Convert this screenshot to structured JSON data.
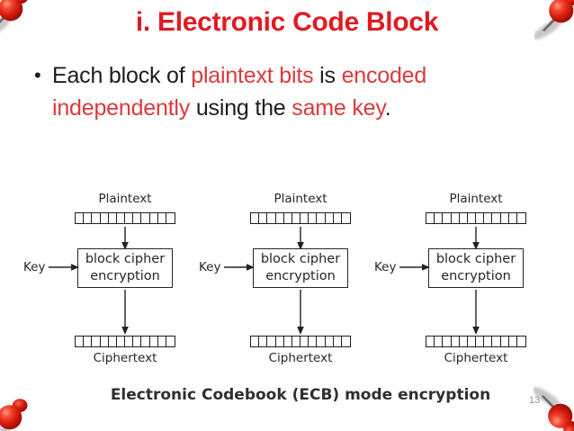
{
  "slide": {
    "title": "i. Electronic Code Block",
    "page_number": "13",
    "title_color": "#e01b22",
    "body_red_color": "#d93b3d"
  },
  "bullet": {
    "marker": "•",
    "segments": [
      {
        "text": "Each block of "
      },
      {
        "text": "plaintext bits "
      },
      {
        "text": "is "
      },
      {
        "text": "encoded independently "
      },
      {
        "text": "using the "
      },
      {
        "text": "same key"
      },
      {
        "text": "."
      }
    ]
  },
  "diagram": {
    "bits_per_block": 12,
    "caption": "Electronic Codebook (ECB) mode encryption",
    "units": [
      {
        "plaintext_label": "Plaintext",
        "key_label": "Key",
        "box_line1": "block cipher",
        "box_line2": "encryption",
        "ciphertext_label": "Ciphertext"
      },
      {
        "plaintext_label": "Plaintext",
        "key_label": "Key",
        "box_line1": "block cipher",
        "box_line2": "encryption",
        "ciphertext_label": "Ciphertext"
      },
      {
        "plaintext_label": "Plaintext",
        "key_label": "Key",
        "box_line1": "block cipher",
        "box_line2": "encryption",
        "ciphertext_label": "Ciphertext"
      }
    ]
  }
}
